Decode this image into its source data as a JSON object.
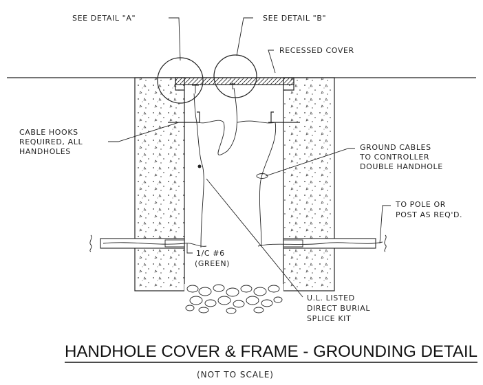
{
  "labels": {
    "detail_a": "SEE DETAIL \"A\"",
    "detail_b": "SEE DETAIL \"B\"",
    "recessed_cover": "RECESSED COVER",
    "cable_hooks": [
      "CABLE HOOKS",
      "REQUIRED, ALL",
      "HANDHOLES"
    ],
    "ground_cables": [
      "GROUND CABLES",
      "TO CONTROLLER",
      "DOUBLE HANDHOLE"
    ],
    "to_pole": [
      "TO POLE OR",
      "POST AS REQ'D."
    ],
    "conductor": [
      "1/C #6",
      "(GREEN)"
    ],
    "splice_kit": [
      "U.L. LISTED",
      "DIRECT BURIAL",
      "SPLICE KIT"
    ]
  },
  "title": "HANDHOLE COVER & FRAME - GROUNDING DETAIL",
  "subtitle": "(NOT TO SCALE)"
}
